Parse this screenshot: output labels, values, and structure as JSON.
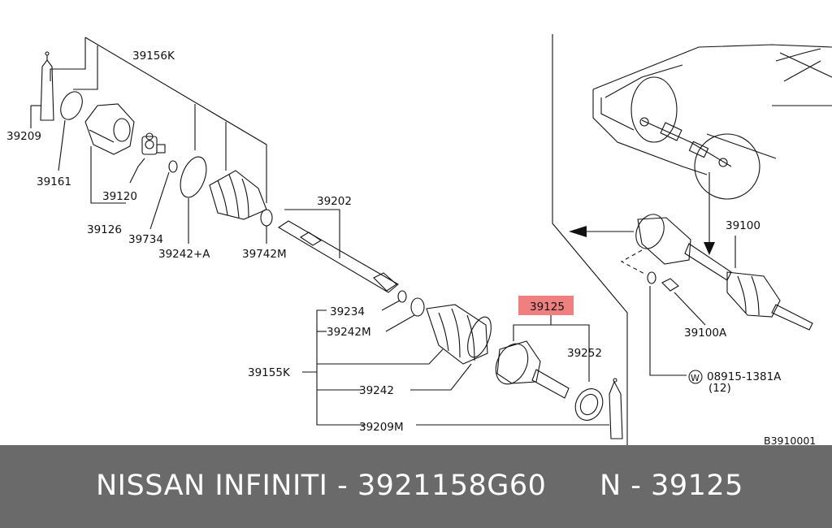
{
  "colors": {
    "highlight": "#f08080",
    "footer_bg": "#6a6a6a",
    "footer_text": "#ffffff"
  },
  "labels": {
    "p39156K": "39156K",
    "p39209": "39209",
    "p39161": "39161",
    "p39120": "39120",
    "p39126": "39126",
    "p39734": "39734",
    "p39242A": "39242+A",
    "p39742M": "39742M",
    "p39202": "39202",
    "p39234": "39234",
    "p39242M": "39242M",
    "p39155K": "39155K",
    "p39242": "39242",
    "p39209M": "39209M",
    "p39125": "39125",
    "p39252": "39252",
    "p39100": "39100",
    "p39100A": "39100A",
    "washer_symbol": "W",
    "p08915": "08915-1381A",
    "qty": "(12)",
    "diagram_code": "B3910001"
  },
  "footer": {
    "brand_part": "NISSAN  INFINITI - 3921158G60",
    "catalog_code": "N - 39125"
  }
}
